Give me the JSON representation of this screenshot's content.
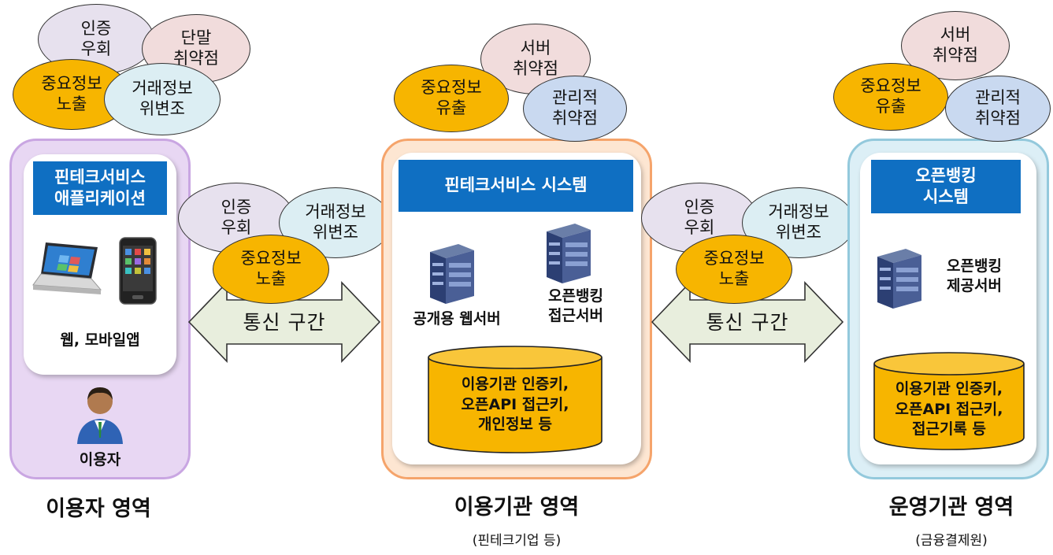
{
  "zones": {
    "user": {
      "title_bar": "핀테크서비스\n애플리케이션",
      "device_label": "웹, 모바일앱",
      "person_label": "이용자",
      "zone_title": "이용자 영역",
      "threats": {
        "auth_bypass": "인증\n우회",
        "terminal_vuln": "단말\n취약점",
        "info_leak": "중요정보\n노출",
        "tx_tamper": "거래정보\n위변조"
      }
    },
    "institution": {
      "title_bar": "핀테크서비스 시스템",
      "web_server_label": "공개용 웹서버",
      "access_server_label": "오픈뱅킹\n접근서버",
      "db_label": "이용기관 인증키,\n오픈API 접근키,\n개인정보 등",
      "zone_title": "이용기관 영역",
      "zone_sub": "(핀테크기업 등)",
      "threats": {
        "server_vuln": "서버\n취약점",
        "info_leak": "중요정보\n유출",
        "mgmt_vuln": "관리적\n취약점"
      }
    },
    "operator": {
      "title_bar": "오픈뱅킹\n시스템",
      "server_label": "오픈뱅킹\n제공서버",
      "db_label": "이용기관 인증키,\n오픈API 접근키,\n접근기록 등",
      "zone_title": "운영기관 영역",
      "zone_sub": "(금융결제원)",
      "threats": {
        "server_vuln": "서버\n취약점",
        "info_leak": "중요정보\n유출",
        "mgmt_vuln": "관리적\n취약점"
      }
    }
  },
  "links": [
    {
      "label": "통신 구간",
      "threats": {
        "auth_bypass": "인증\n우회",
        "tx_tamper": "거래정보\n위변조",
        "info_leak": "중요정보\n노출"
      }
    },
    {
      "label": "통신 구간",
      "threats": {
        "auth_bypass": "인증\n우회",
        "tx_tamper": "거래정보\n위변조",
        "info_leak": "중요정보\n노출"
      }
    }
  ],
  "colors": {
    "user_zone": "#e8d7f3",
    "user_zone_border": "#c9a6e2",
    "institution_zone": "#fde6d2",
    "institution_zone_border": "#f5a46b",
    "operator_zone": "#dceff6",
    "operator_zone_border": "#93c9dc",
    "title_bar": "#0f6fc2",
    "gold": "#f7b500",
    "arrow": "#e8eedd"
  },
  "icons": [
    "laptop-icon",
    "smartphone-icon",
    "person-icon",
    "server-icon",
    "database-icon",
    "double-arrow-icon"
  ]
}
